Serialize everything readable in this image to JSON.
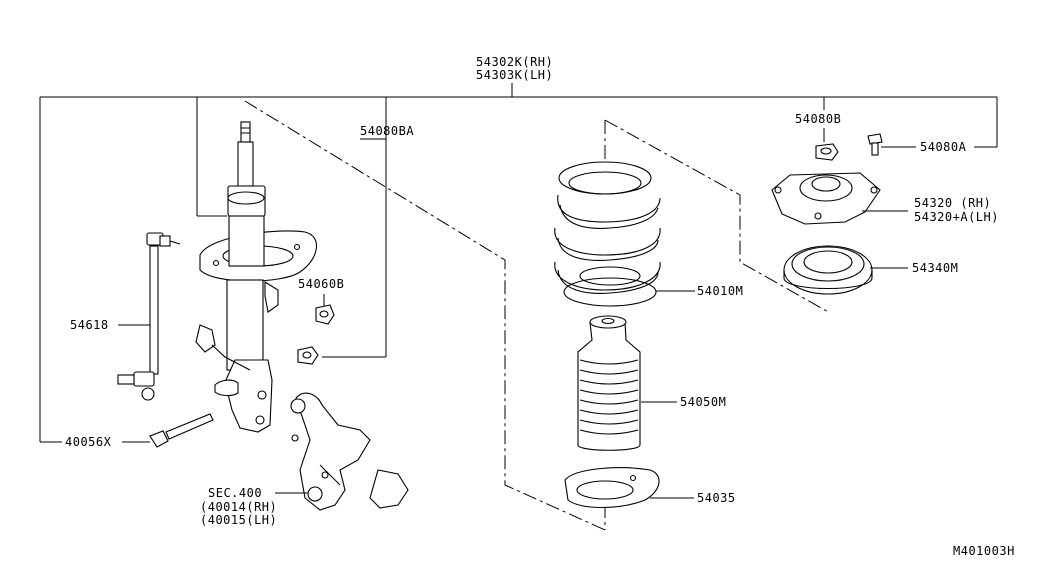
{
  "labels": {
    "strut_rh": "54302K(RH)",
    "strut_lh": "54303K(LH)",
    "mount_nut": "54080BA",
    "nut_54080b": "54080B",
    "bolt_54080a": "54080A",
    "mount_rh": "54320  (RH)",
    "mount_lh": "54320+A(LH)",
    "bearing": "54340M",
    "spring": "54010M",
    "nut_54060b": "54060B",
    "stabilizer_link": "54618",
    "bolt_40056x": "40056X",
    "bound_bumper": "54050M",
    "seat_lower": "54035",
    "section_ref": "SEC.400",
    "knuckle_rh": "(40014(RH)",
    "knuckle_lh": "(40015(LH)",
    "diagram_code": "M401003H"
  }
}
